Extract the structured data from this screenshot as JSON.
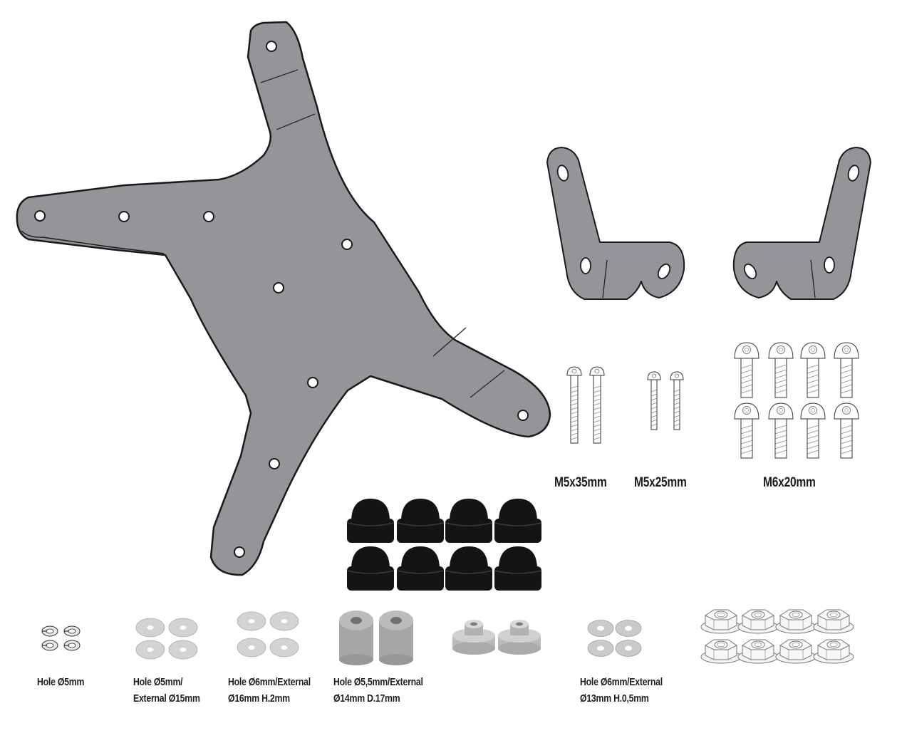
{
  "colors": {
    "plate": "#939598",
    "outline": "#1a1a1a",
    "cap": "#141414",
    "washer": "#d2d3d5",
    "spacer": "#a4a6a8",
    "nut": "#f4f4f4"
  },
  "labels": {
    "bolt_m5x35": "M5x35mm",
    "bolt_m5x25": "M5x25mm",
    "bolt_m6x20": "M6x20mm",
    "lockwasher": [
      "Hole Ø5mm"
    ],
    "washer_15": [
      "Hole Ø5mm/",
      "External Ø15mm"
    ],
    "washer_16": [
      "Hole Ø6mm/External",
      "Ø16mm H.2mm"
    ],
    "spacer": [
      "Hole Ø5,5mm/External",
      "Ø14mm D.17mm"
    ],
    "washer_13": [
      "Hole Ø6mm/External",
      "Ø13mm H.0,5mm"
    ]
  },
  "icons": {
    "plate": "mounting-plate-icon",
    "brackets": "l-bracket-icon",
    "bolts": "bolt-icon",
    "caps": "cap-nut-icon",
    "washers": "washer-icon",
    "spacers": "spacer-icon",
    "nuts": "flange-nut-icon"
  }
}
